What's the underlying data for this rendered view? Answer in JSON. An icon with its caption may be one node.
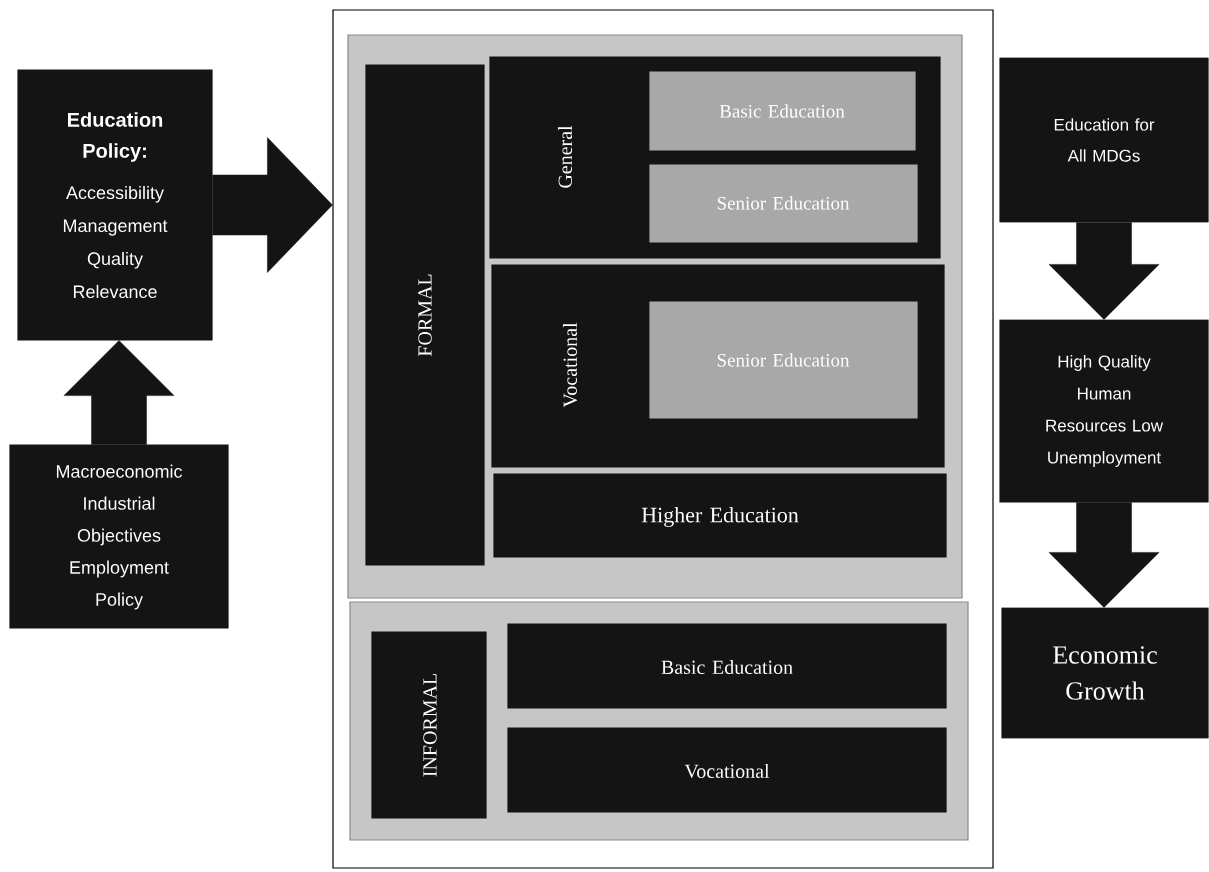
{
  "diagram": {
    "nodes": [
      {
        "text": [
          "Education Policy:",
          "Accessibility Management Quality Relevance"
        ]
      },
      {
        "text": [
          "Macroeconomic Industrial Objectives Employment Policy"
        ]
      },
      {
        "text": [],
        "shape": "box"
      },
      {
        "text": [],
        "shape": "box",
        "in": 2
      },
      {
        "text": [
          "FORMAL"
        ],
        "in": 3
      },
      {
        "text": [
          "General"
        ],
        "in": 3
      },
      {
        "text": [
          "Basic Education"
        ],
        "in": 5
      },
      {
        "text": [
          "Senior Education"
        ],
        "in": 5
      },
      {
        "text": [
          "Vocational"
        ],
        "in": 3
      },
      {
        "text": [
          "Senior Education"
        ],
        "in": 8
      },
      {
        "text": [
          "Higher Education"
        ],
        "in": 3
      },
      {
        "text": [],
        "shape": "box",
        "in": 2
      },
      {
        "text": [
          "INFORMAL"
        ],
        "in": 11
      },
      {
        "text": [
          "Basic Education"
        ],
        "in": 11
      },
      {
        "text": [
          "Vocational"
        ],
        "in": 11
      },
      {
        "text": [
          "Education for All MDGs"
        ]
      },
      {
        "text": [
          "High Quality Human Resources Low Unemployment"
        ]
      },
      {
        "text": [
          "Economic Growth"
        ]
      }
    ],
    "edges": [
      {
        "from": 0,
        "to": 2,
        "arrow": "to"
      },
      {
        "from": 1,
        "to": 0,
        "arrow": "to"
      },
      {
        "from": 15,
        "to": 16,
        "arrow": "to"
      },
      {
        "from": 16,
        "to": 17,
        "arrow": "to"
      }
    ]
  }
}
